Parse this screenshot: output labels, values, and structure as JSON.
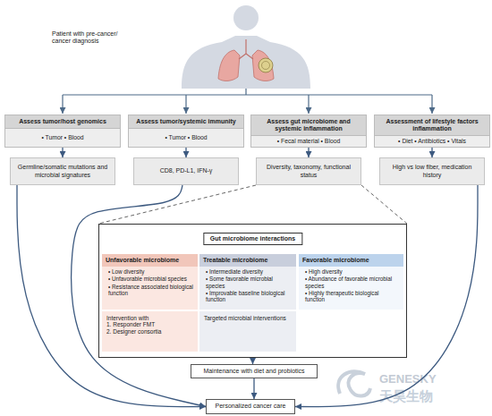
{
  "diagram": {
    "nodes": [
      {
        "text": [
          "Assess tumor/host genomics",
          "• Tumor • Blood"
        ]
      },
      {
        "text": [
          "Germline/somatic mutations and microbial signatures"
        ]
      },
      {
        "text": [
          "Assess tumor/systemic immunity",
          "• Tumor • Blood"
        ]
      },
      {
        "text": [
          "CD8, PD-L1, IFN-γ"
        ]
      },
      {
        "text": [
          "Assess gut microbiome and systemic inflammation",
          "• Fecal material • Blood"
        ]
      },
      {
        "text": [
          "Diversity, taxonomy, functional status"
        ]
      },
      {
        "text": [
          "Assessment of lifestyle factors inflammation",
          "• Diet • Antibiotics • Vitals"
        ]
      },
      {
        "text": [
          "High vs low fiber, medication history"
        ]
      },
      {
        "text": [
          "Gut microbiome interactions"
        ]
      },
      {
        "text": [
          "Unfavorable microbiome",
          "• Low diversity",
          "• Unfavorable microbial species",
          "• Resistance associated biological function"
        ],
        "in": 8
      },
      {
        "text": [
          "Treatable microbiome",
          "• Intermediate diversity",
          "• Some favorable microbial species",
          "• Improvable baseline biological function"
        ],
        "in": 8
      },
      {
        "text": [
          "Favorable microbiome",
          "• High diversity",
          "• Abundance of favorable microbial species",
          "• Highly therapeutic biological function"
        ],
        "in": 8
      },
      {
        "text": [
          "Intervention with",
          "1. Responder FMT",
          "2. Designer consortia"
        ],
        "in": 8
      },
      {
        "text": [
          "Targeted microbial interventions"
        ],
        "in": 8
      },
      {
        "text": [
          "Maintenance with diet and probiotics"
        ]
      },
      {
        "text": [
          "Personalized cancer care"
        ]
      }
    ],
    "edges": [
      {
        "from": 0,
        "to": 1,
        "arrow": "to"
      },
      {
        "from": 2,
        "to": 3,
        "arrow": "to"
      },
      {
        "from": 4,
        "to": 5,
        "arrow": "to"
      },
      {
        "from": 6,
        "to": 7,
        "arrow": "to"
      },
      {
        "from": 5,
        "to": 8,
        "arrow": "none"
      },
      {
        "from": 8,
        "to": 14,
        "arrow": "to"
      },
      {
        "from": 14,
        "to": 15,
        "arrow": "to"
      },
      {
        "from": 1,
        "to": 15,
        "arrow": "to"
      },
      {
        "from": 3,
        "to": 15,
        "arrow": "to"
      },
      {
        "from": 7,
        "to": 15,
        "arrow": "to"
      }
    ],
    "labels": [
      "Patient with pre-cancer/ cancer diagnosis",
      "GENESKY",
      "天昊生物"
    ]
  }
}
